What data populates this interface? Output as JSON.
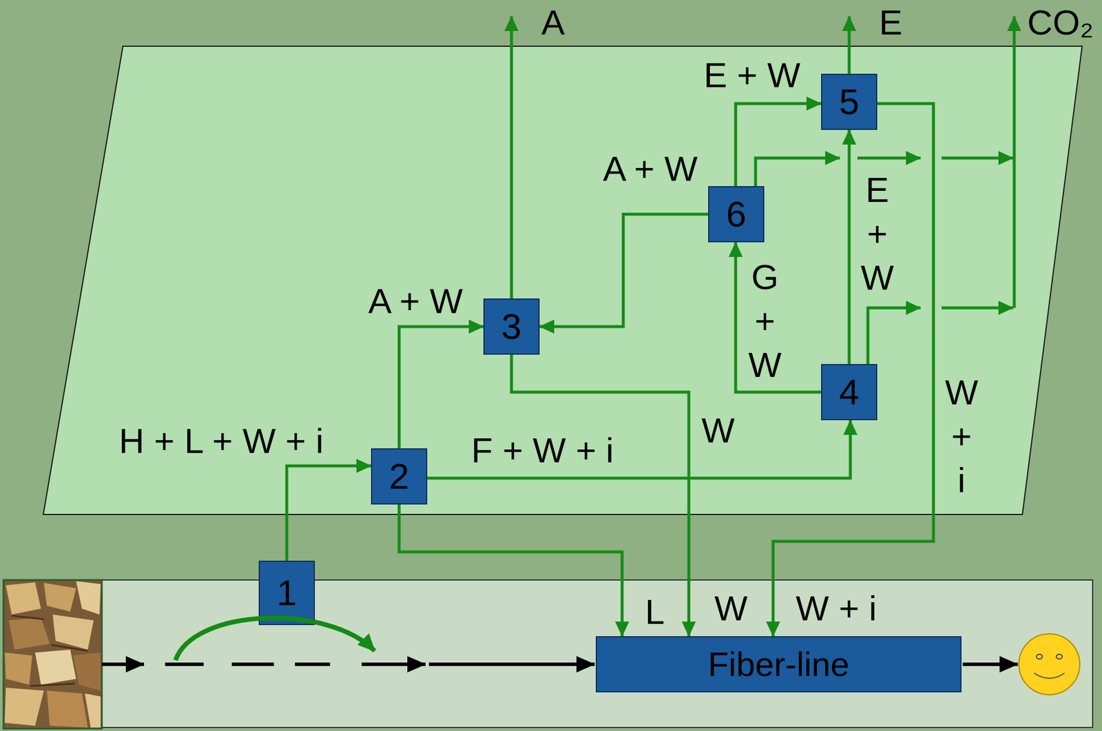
{
  "diagram": {
    "nodes": [
      {
        "text": [
          "1"
        ]
      },
      {
        "text": [
          "2"
        ]
      },
      {
        "text": [
          "3"
        ]
      },
      {
        "text": [
          "4"
        ]
      },
      {
        "text": [
          "5"
        ]
      },
      {
        "text": [
          "6"
        ]
      },
      {
        "text": [
          "Fiber-line"
        ]
      }
    ],
    "edges": [
      {
        "from": 0,
        "to": 1,
        "arrow": "to",
        "label": "H + L + W + i"
      },
      {
        "from": 1,
        "to": 2,
        "arrow": "to",
        "label": "A + W"
      },
      {
        "from": 1,
        "to": 3,
        "arrow": "to",
        "label": "F + W + i"
      },
      {
        "from": 1,
        "to": 6,
        "arrow": "to",
        "label": "L"
      },
      {
        "from": 2,
        "to": 6,
        "arrow": "to",
        "label": "W"
      },
      {
        "from": 5,
        "to": 2,
        "arrow": "to",
        "label": "A + W"
      },
      {
        "from": 3,
        "to": 5,
        "arrow": "to",
        "label": "G + W"
      },
      {
        "from": 3,
        "to": 4,
        "arrow": "to",
        "label": "E + W"
      },
      {
        "from": 5,
        "to": 4,
        "arrow": "to",
        "label": "E + W"
      },
      {
        "from": 4,
        "to": 6,
        "arrow": "to",
        "label": "W + i"
      }
    ],
    "labels": [
      "A",
      "E",
      "CO₂",
      "W",
      "W + i"
    ]
  }
}
